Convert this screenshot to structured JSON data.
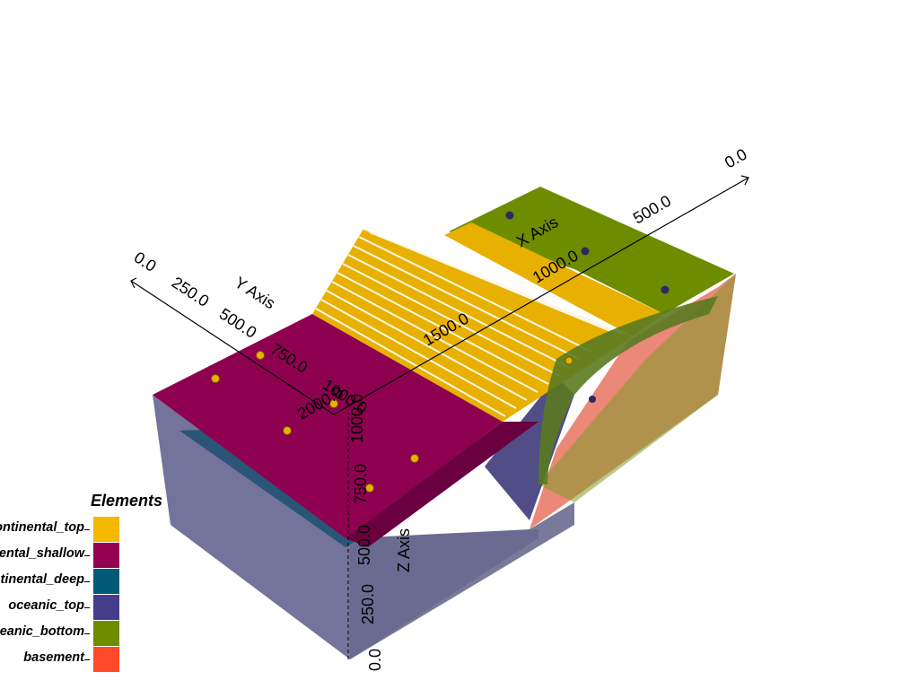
{
  "scene": {
    "axes": {
      "x": {
        "title": "X Axis",
        "ticks": [
          "0.0",
          "500.0",
          "1000.0",
          "1500.0",
          "2000.0"
        ]
      },
      "y": {
        "title": "Y Axis",
        "ticks": [
          "0.0",
          "250.0",
          "500.0",
          "750.0",
          "1000.0"
        ]
      },
      "z": {
        "title": "Z Axis",
        "ticks": [
          "0.0",
          "250.0",
          "500.0",
          "750.0",
          "1000.0"
        ]
      }
    }
  },
  "legend": {
    "title": "Elements",
    "items": [
      {
        "label": "continental_top",
        "color": "#f5b800"
      },
      {
        "label": "continental_shallow",
        "color": "#960050"
      },
      {
        "label": "continental_deep",
        "color": "#005a78"
      },
      {
        "label": "oceanic_top",
        "color": "#463c8c"
      },
      {
        "label": "oceanic_bottom",
        "color": "#6e8c00"
      },
      {
        "label": "basement",
        "color": "#ff4a2a"
      }
    ]
  }
}
